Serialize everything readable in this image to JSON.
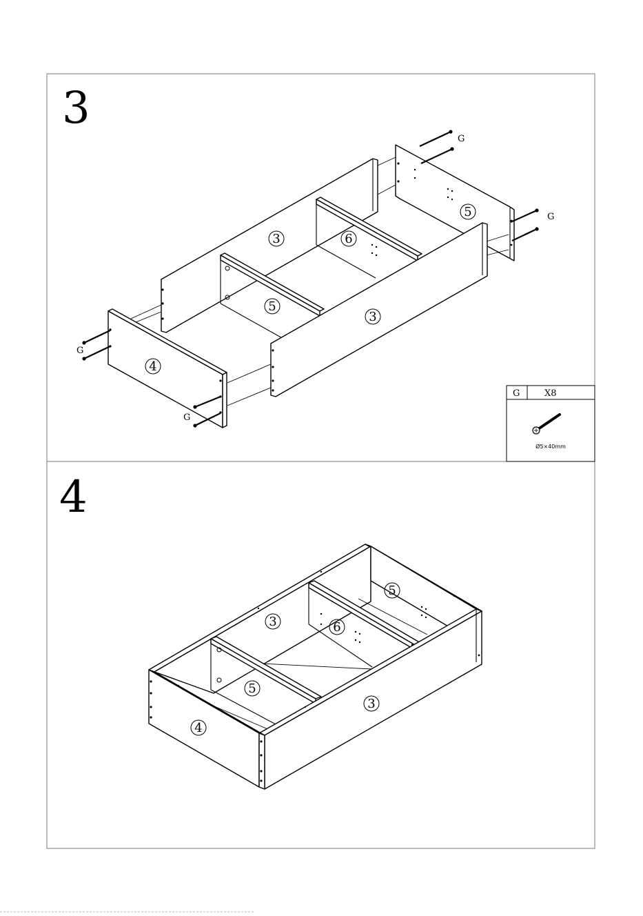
{
  "steps": [
    {
      "number": "3",
      "part_labels": {
        "back_panel": "3",
        "front_panel": "3",
        "left_divider": "5",
        "right_side": "5",
        "left_end": "4",
        "middle_divider": "6"
      },
      "screw_label": "G",
      "hardware": {
        "code": "G",
        "qty": "X8",
        "size": "Ø5×40mm",
        "icon": "screw-icon"
      }
    },
    {
      "number": "4",
      "part_labels": {
        "back_panel": "3",
        "front_panel": "3",
        "left_divider": "5",
        "right_side": "5",
        "left_end": "4",
        "middle_divider": "6"
      }
    }
  ]
}
